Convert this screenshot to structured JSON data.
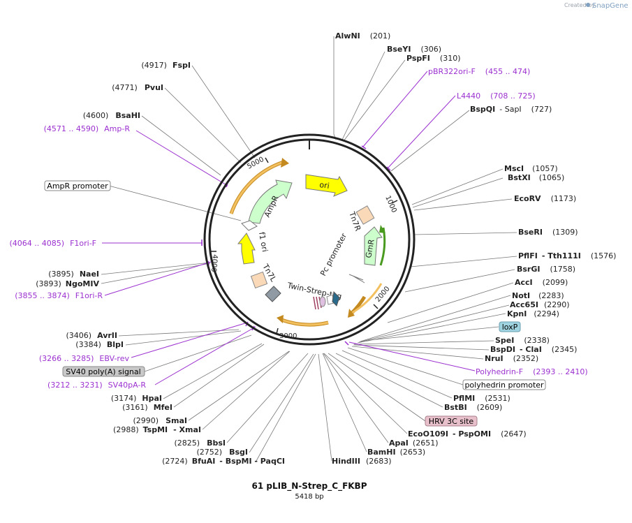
{
  "brand": {
    "created_by": "Created by",
    "name": "SnapGene"
  },
  "title": "61 pLIB_N-Strep_C_FKBP",
  "length": "5418 bp",
  "ticks": [
    "1000",
    "2000",
    "3000",
    "4000",
    "5000"
  ],
  "sites": [
    {
      "id": "alwni",
      "name": "AlwNI",
      "pos": "(201)"
    },
    {
      "id": "bseyi",
      "name": "BseYI",
      "pos": "(306)"
    },
    {
      "id": "pspfi",
      "name": "PspFI",
      "pos": "(310)"
    },
    {
      "id": "bspqi",
      "name": "BspQI",
      "extra": "- SapI",
      "pos": "(727)"
    },
    {
      "id": "msci",
      "name": "MscI",
      "pos": "(1057)"
    },
    {
      "id": "bstxi",
      "name": "BstXI",
      "pos": "(1065)"
    },
    {
      "id": "ecorv",
      "name": "EcoRV",
      "pos": "(1173)"
    },
    {
      "id": "beri",
      "name": "BseRI",
      "pos": "(1309)"
    },
    {
      "id": "pflfi",
      "name": "PflFI",
      "extra": "- Tth111I",
      "pos": "(1576)"
    },
    {
      "id": "bsrgi",
      "name": "BsrGI",
      "pos": "(1758)"
    },
    {
      "id": "acci",
      "name": "AccI",
      "pos": "(2099)"
    },
    {
      "id": "noti",
      "name": "NotI",
      "pos": "(2283)"
    },
    {
      "id": "acc65i",
      "name": "Acc65I",
      "pos": "(2290)"
    },
    {
      "id": "kpni",
      "name": "KpnI",
      "pos": "(2294)"
    },
    {
      "id": "spei",
      "name": "SpeI",
      "pos": "(2338)"
    },
    {
      "id": "bspdi",
      "name": "BspDI",
      "extra": "- ClaI",
      "pos": "(2345)"
    },
    {
      "id": "nrui",
      "name": "NruI",
      "pos": "(2352)"
    },
    {
      "id": "pflmi",
      "name": "PflMI",
      "pos": "(2531)"
    },
    {
      "id": "bstbi",
      "name": "BstBI",
      "pos": "(2609)"
    },
    {
      "id": "eco0109i",
      "name": "EcoO109I",
      "extra": "- PspOMI",
      "pos": "(2647)"
    },
    {
      "id": "apai",
      "name": "ApaI",
      "pos": "(2651)"
    },
    {
      "id": "bamhi",
      "name": "BamHI",
      "pos": "(2653)"
    },
    {
      "id": "hindiii",
      "name": "HindIII",
      "pos": "(2683)"
    },
    {
      "id": "bfuai",
      "name": "BfuAI",
      "extra": "- BspMI - PaqCI",
      "pos": "(2724)"
    },
    {
      "id": "bsgi",
      "name": "BsgI",
      "pos": "(2752)"
    },
    {
      "id": "bbsi",
      "name": "BbsI",
      "pos": "(2825)"
    },
    {
      "id": "tspmi",
      "name": "TspMI",
      "extra": "- XmaI",
      "pos": "(2988)"
    },
    {
      "id": "smai",
      "name": "SmaI",
      "pos": "(2990)"
    },
    {
      "id": "mfei",
      "name": "MfeI",
      "pos": "(3161)"
    },
    {
      "id": "hpai",
      "name": "HpaI",
      "pos": "(3174)"
    },
    {
      "id": "blpi",
      "name": "BlpI",
      "pos": "(3384)"
    },
    {
      "id": "avrii",
      "name": "AvrII",
      "pos": "(3406)"
    },
    {
      "id": "ngomiv",
      "name": "NgoMIV",
      "pos": "(3893)"
    },
    {
      "id": "naei",
      "name": "NaeI",
      "pos": "(3895)"
    },
    {
      "id": "bsahi",
      "name": "BsaHI",
      "pos": "(4600)"
    },
    {
      "id": "pvui",
      "name": "PvuI",
      "pos": "(4771)"
    },
    {
      "id": "fspi",
      "name": "FspI",
      "pos": "(4917)"
    }
  ],
  "primers": [
    {
      "id": "pbr322ori-f",
      "name": "pBR322ori-F",
      "range": "(455 .. 474)"
    },
    {
      "id": "l4440",
      "name": "L4440",
      "range": "(708 .. 725)"
    },
    {
      "id": "polyhedrin-f",
      "name": "Polyhedrin-F",
      "range": "(2393 .. 2410)"
    },
    {
      "id": "ebv-rev",
      "name": "EBV-rev",
      "range": "(3266 .. 3285)"
    },
    {
      "id": "sv40pa-r",
      "name": "SV40pA-R",
      "range": "(3212 .. 3231)"
    },
    {
      "id": "f1ori-r",
      "name": "F1ori-R",
      "range": "(3855 .. 3874)"
    },
    {
      "id": "f1ori-f",
      "name": "F1ori-F",
      "range": "(4064 .. 4085)"
    },
    {
      "id": "amp-r",
      "name": "Amp-R",
      "range": "(4571 .. 4590)"
    }
  ],
  "boxed_features": [
    {
      "id": "loxp",
      "label": "loxP",
      "fill": "#9fd3e0",
      "stroke": "#6a9fb0"
    },
    {
      "id": "polyhedrin-promoter",
      "label": "polyhedrin promoter",
      "fill": "#ffffff",
      "stroke": "#888888"
    },
    {
      "id": "hrv-3c-site",
      "label": "HRV 3C site",
      "fill": "#e8c0cc",
      "stroke": "#a8808c"
    },
    {
      "id": "sv40-polya-signal",
      "label": "SV40 poly(A) signal",
      "fill": "#c8c8c8",
      "stroke": "#888888"
    },
    {
      "id": "ampr-promoter",
      "label": "AmpR promoter",
      "fill": "#ffffff",
      "stroke": "#888888"
    }
  ],
  "inner_features": {
    "ori": "ori",
    "tn7r": "Tn7R",
    "gmr": "GmR",
    "pc_promoter": "Pc promoter",
    "twin_strep": "Twin-Strep-tag",
    "tn7l": "Tn7L",
    "f1ori": "f1 ori",
    "ampr": "AmpR"
  },
  "colors": {
    "primer": "#9b30d0",
    "ori": "#ffff00",
    "ampr": "#ccffcc",
    "f1ori": "#ffff00",
    "tn7": "#f9d9b8",
    "orange_arc": "#f0a020"
  }
}
